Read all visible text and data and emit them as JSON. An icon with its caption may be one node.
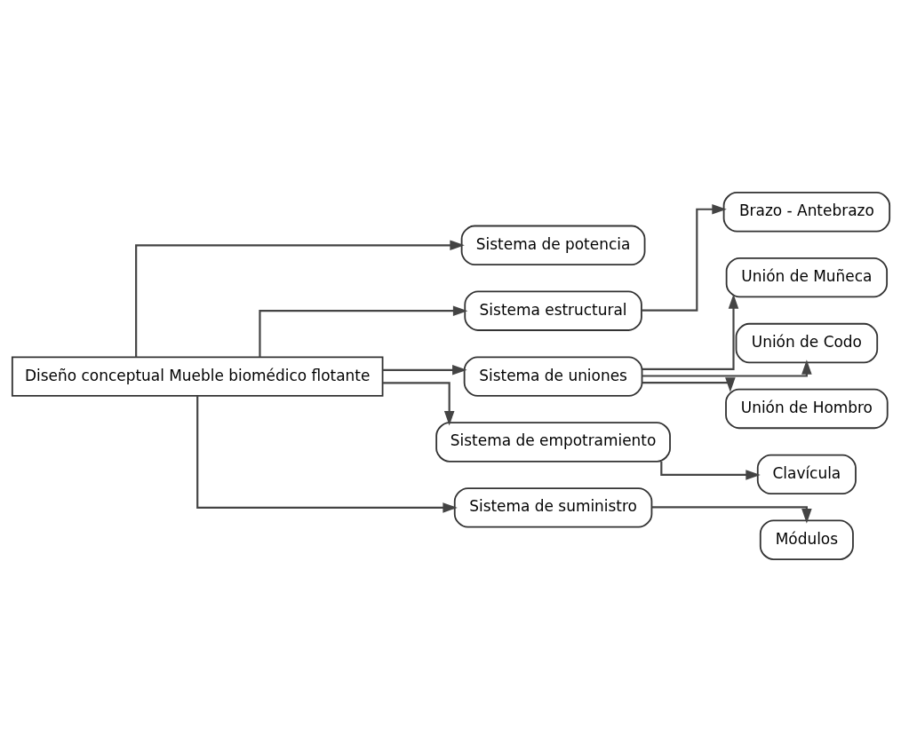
{
  "diagram": {
    "nodes": [
      {
        "text": [
          "Diseño conceptual Mueble biomédico flotante"
        ]
      },
      {
        "text": [
          "Sistema de potencia"
        ]
      },
      {
        "text": [
          "Sistema estructural"
        ]
      },
      {
        "text": [
          "Brazo - Antebrazo"
        ]
      },
      {
        "text": [
          "Sistema de uniones"
        ]
      },
      {
        "text": [
          "Unión de Muñeca"
        ]
      },
      {
        "text": [
          "Unión de Codo"
        ]
      },
      {
        "text": [
          "Unión de Hombro"
        ]
      },
      {
        "text": [
          "Sistema de empotramiento"
        ]
      },
      {
        "text": [
          "Clavícula"
        ]
      },
      {
        "text": [
          "Sistema de suministro"
        ]
      },
      {
        "text": [
          "Módulos"
        ]
      }
    ],
    "edges": [
      {
        "from": 0,
        "to": 1,
        "arrow": "to"
      },
      {
        "from": 0,
        "to": 2,
        "arrow": "to"
      },
      {
        "from": 0,
        "to": 4,
        "arrow": "to"
      },
      {
        "from": 0,
        "to": 8,
        "arrow": "to"
      },
      {
        "from": 0,
        "to": 10,
        "arrow": "to"
      },
      {
        "from": 2,
        "to": 3,
        "arrow": "to"
      },
      {
        "from": 4,
        "to": 5,
        "arrow": "to"
      },
      {
        "from": 4,
        "to": 6,
        "arrow": "to"
      },
      {
        "from": 4,
        "to": 7,
        "arrow": "to"
      },
      {
        "from": 8,
        "to": 9,
        "arrow": "to"
      },
      {
        "from": 10,
        "to": 11,
        "arrow": "to"
      }
    ]
  }
}
